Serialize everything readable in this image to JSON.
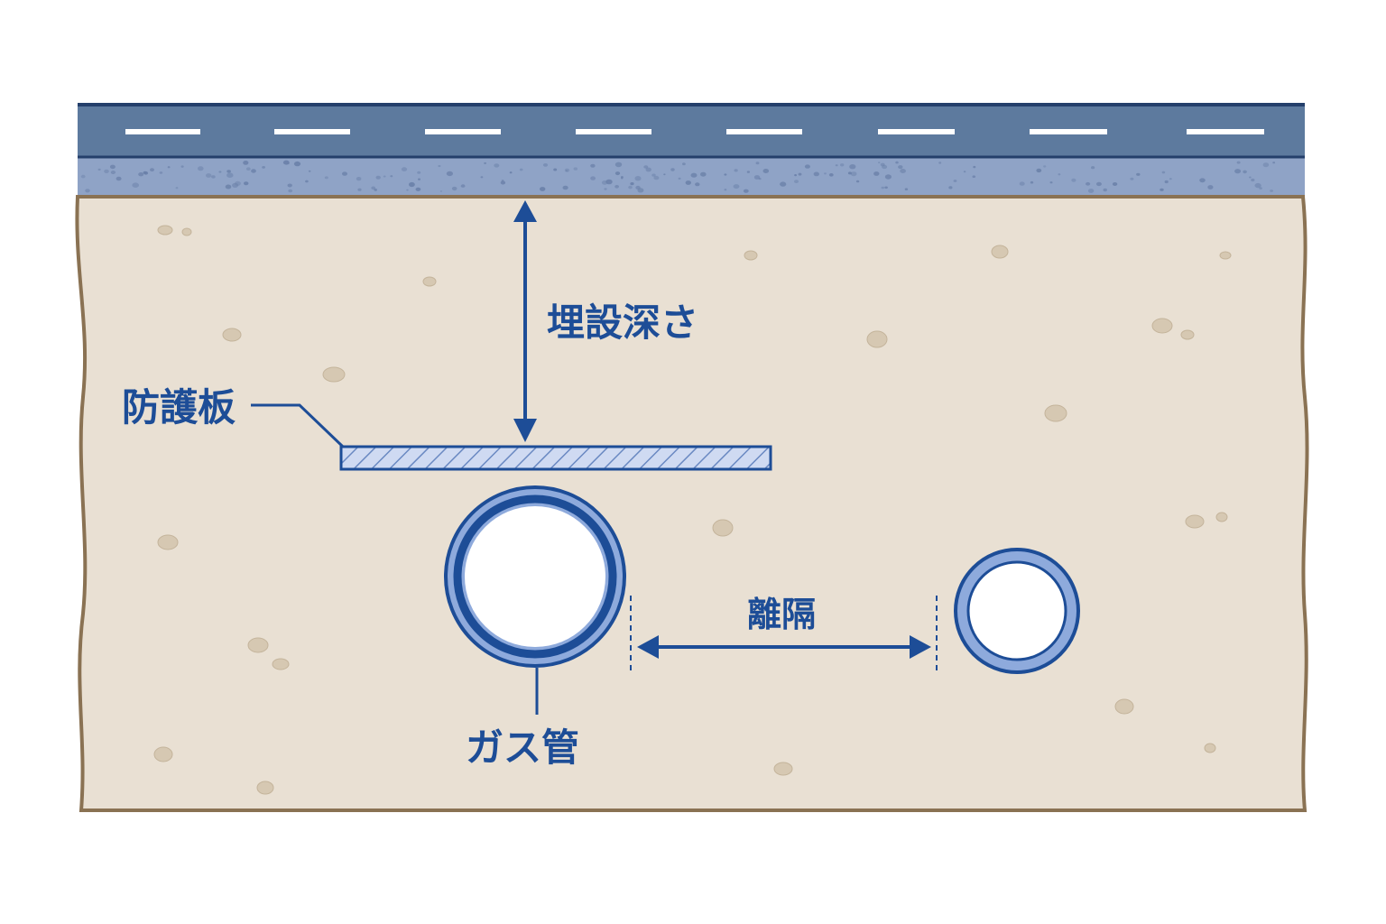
{
  "labels": {
    "depth": "埋設深さ",
    "protection_plate": "防護板",
    "separation": "離隔",
    "gas_pipe": "ガス管"
  },
  "colors": {
    "road_surface": "#5d7a9e",
    "road_base": "#8fa3c6",
    "soil": "#e9e0d3",
    "soil_outline": "#8a7253",
    "stone": "#d6c8b2",
    "accent_blue": "#1d4d97",
    "pipe_light": "#8eaadc",
    "plate_fill": "#cfdaf2",
    "lane_marking": "#ffffff"
  },
  "icons": {
    "depth_arrow": "double-arrow-vertical",
    "separation_arrow": "double-arrow-horizontal"
  }
}
